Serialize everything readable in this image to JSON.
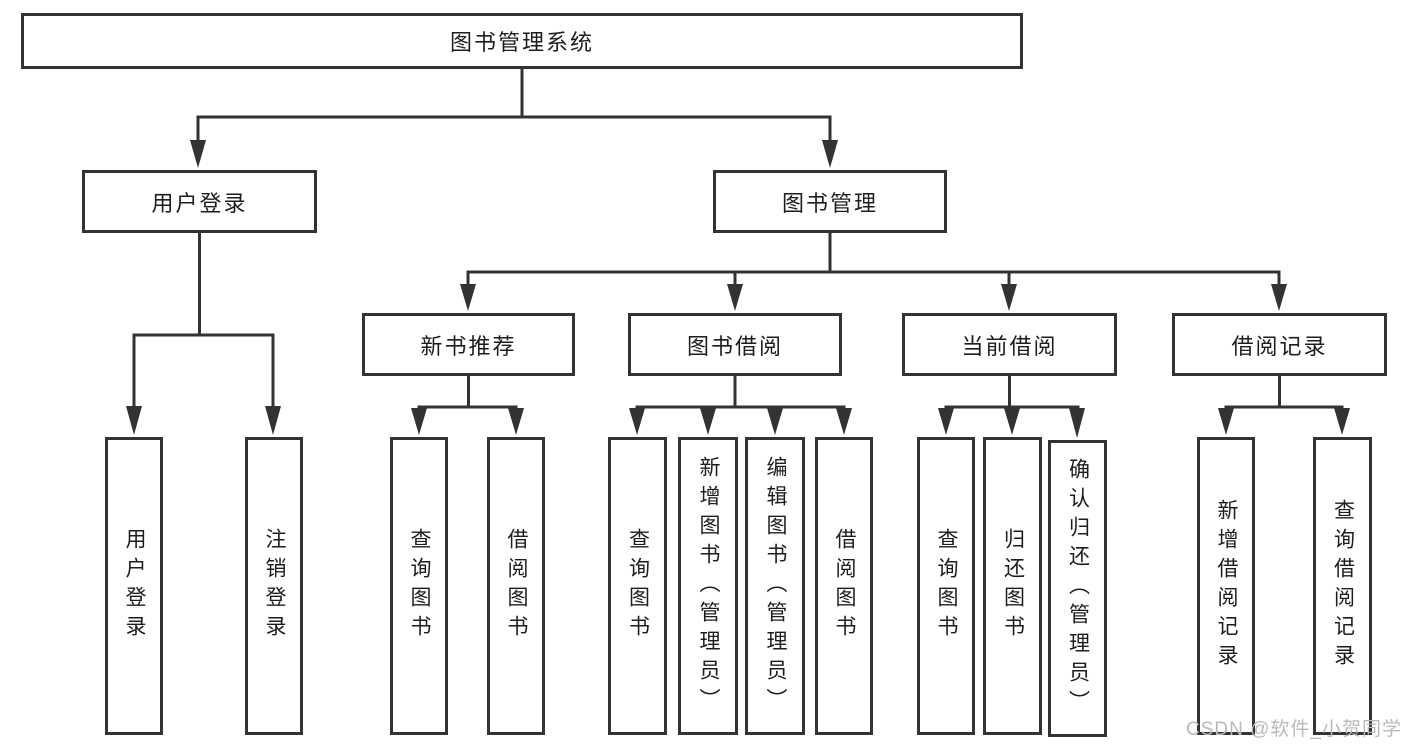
{
  "diagram": {
    "root": {
      "label": "图书管理系统"
    },
    "level2": [
      {
        "label": "用户登录"
      },
      {
        "label": "图书管理"
      }
    ],
    "level3": [
      {
        "label": "新书推荐"
      },
      {
        "label": "图书借阅"
      },
      {
        "label": "当前借阅"
      },
      {
        "label": "借阅记录"
      }
    ],
    "leaves": {
      "user_login": [
        {
          "label": "用户登录"
        },
        {
          "label": "注销登录"
        }
      ],
      "new_books": [
        {
          "label": "查询图书"
        },
        {
          "label": "借阅图书"
        }
      ],
      "book_borrow": [
        {
          "label": "查询图书"
        },
        {
          "label": "新增图书（管理员）"
        },
        {
          "label": "编辑图书（管理员）"
        },
        {
          "label": "借阅图书"
        }
      ],
      "current_borrow": [
        {
          "label": "查询图书"
        },
        {
          "label": "归还图书"
        },
        {
          "label": "确认归还（管理员）"
        }
      ],
      "borrow_records": [
        {
          "label": "新增借阅记录"
        },
        {
          "label": "查询借阅记录"
        }
      ]
    },
    "watermark": "CSDN @软件_小贺同学",
    "colors": {
      "line": "#333333",
      "text": "#1d1d1f",
      "background": "#ffffff",
      "watermark": "#b9b9b9"
    }
  }
}
